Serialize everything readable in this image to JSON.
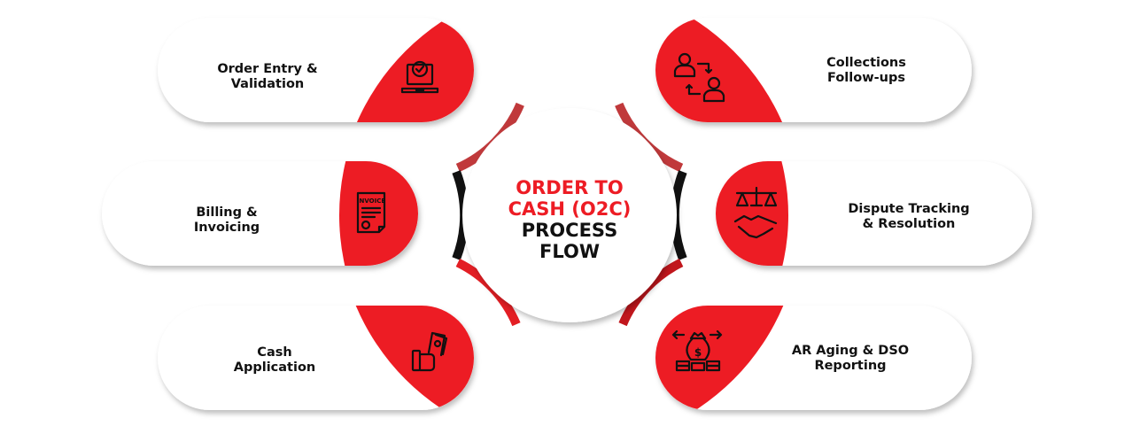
{
  "center": {
    "line1": "ORDER TO",
    "line2": "CASH (O2C)",
    "line3": "PROCESS",
    "line4": "FLOW"
  },
  "steps": [
    {
      "line1": "Order Entry &",
      "line2": "Validation",
      "icon": "laptop-check-icon"
    },
    {
      "line1": "Billing &",
      "line2": "Invoicing",
      "icon": "invoice-icon",
      "icon_text": "INVOICE"
    },
    {
      "line1": "Cash",
      "line2": "Application",
      "icon": "hand-cash-icon"
    },
    {
      "line1": "Collections",
      "line2": "Follow-ups",
      "icon": "people-exchange-icon"
    },
    {
      "line1": "Dispute Tracking",
      "line2": "& Resolution",
      "icon": "scales-handshake-icon"
    },
    {
      "line1": "AR Aging & DSO",
      "line2": "Reporting",
      "icon": "money-bag-icon"
    }
  ],
  "colors": {
    "red": "#ed1c24",
    "dark_red": "#c0393b",
    "black": "#111111"
  }
}
